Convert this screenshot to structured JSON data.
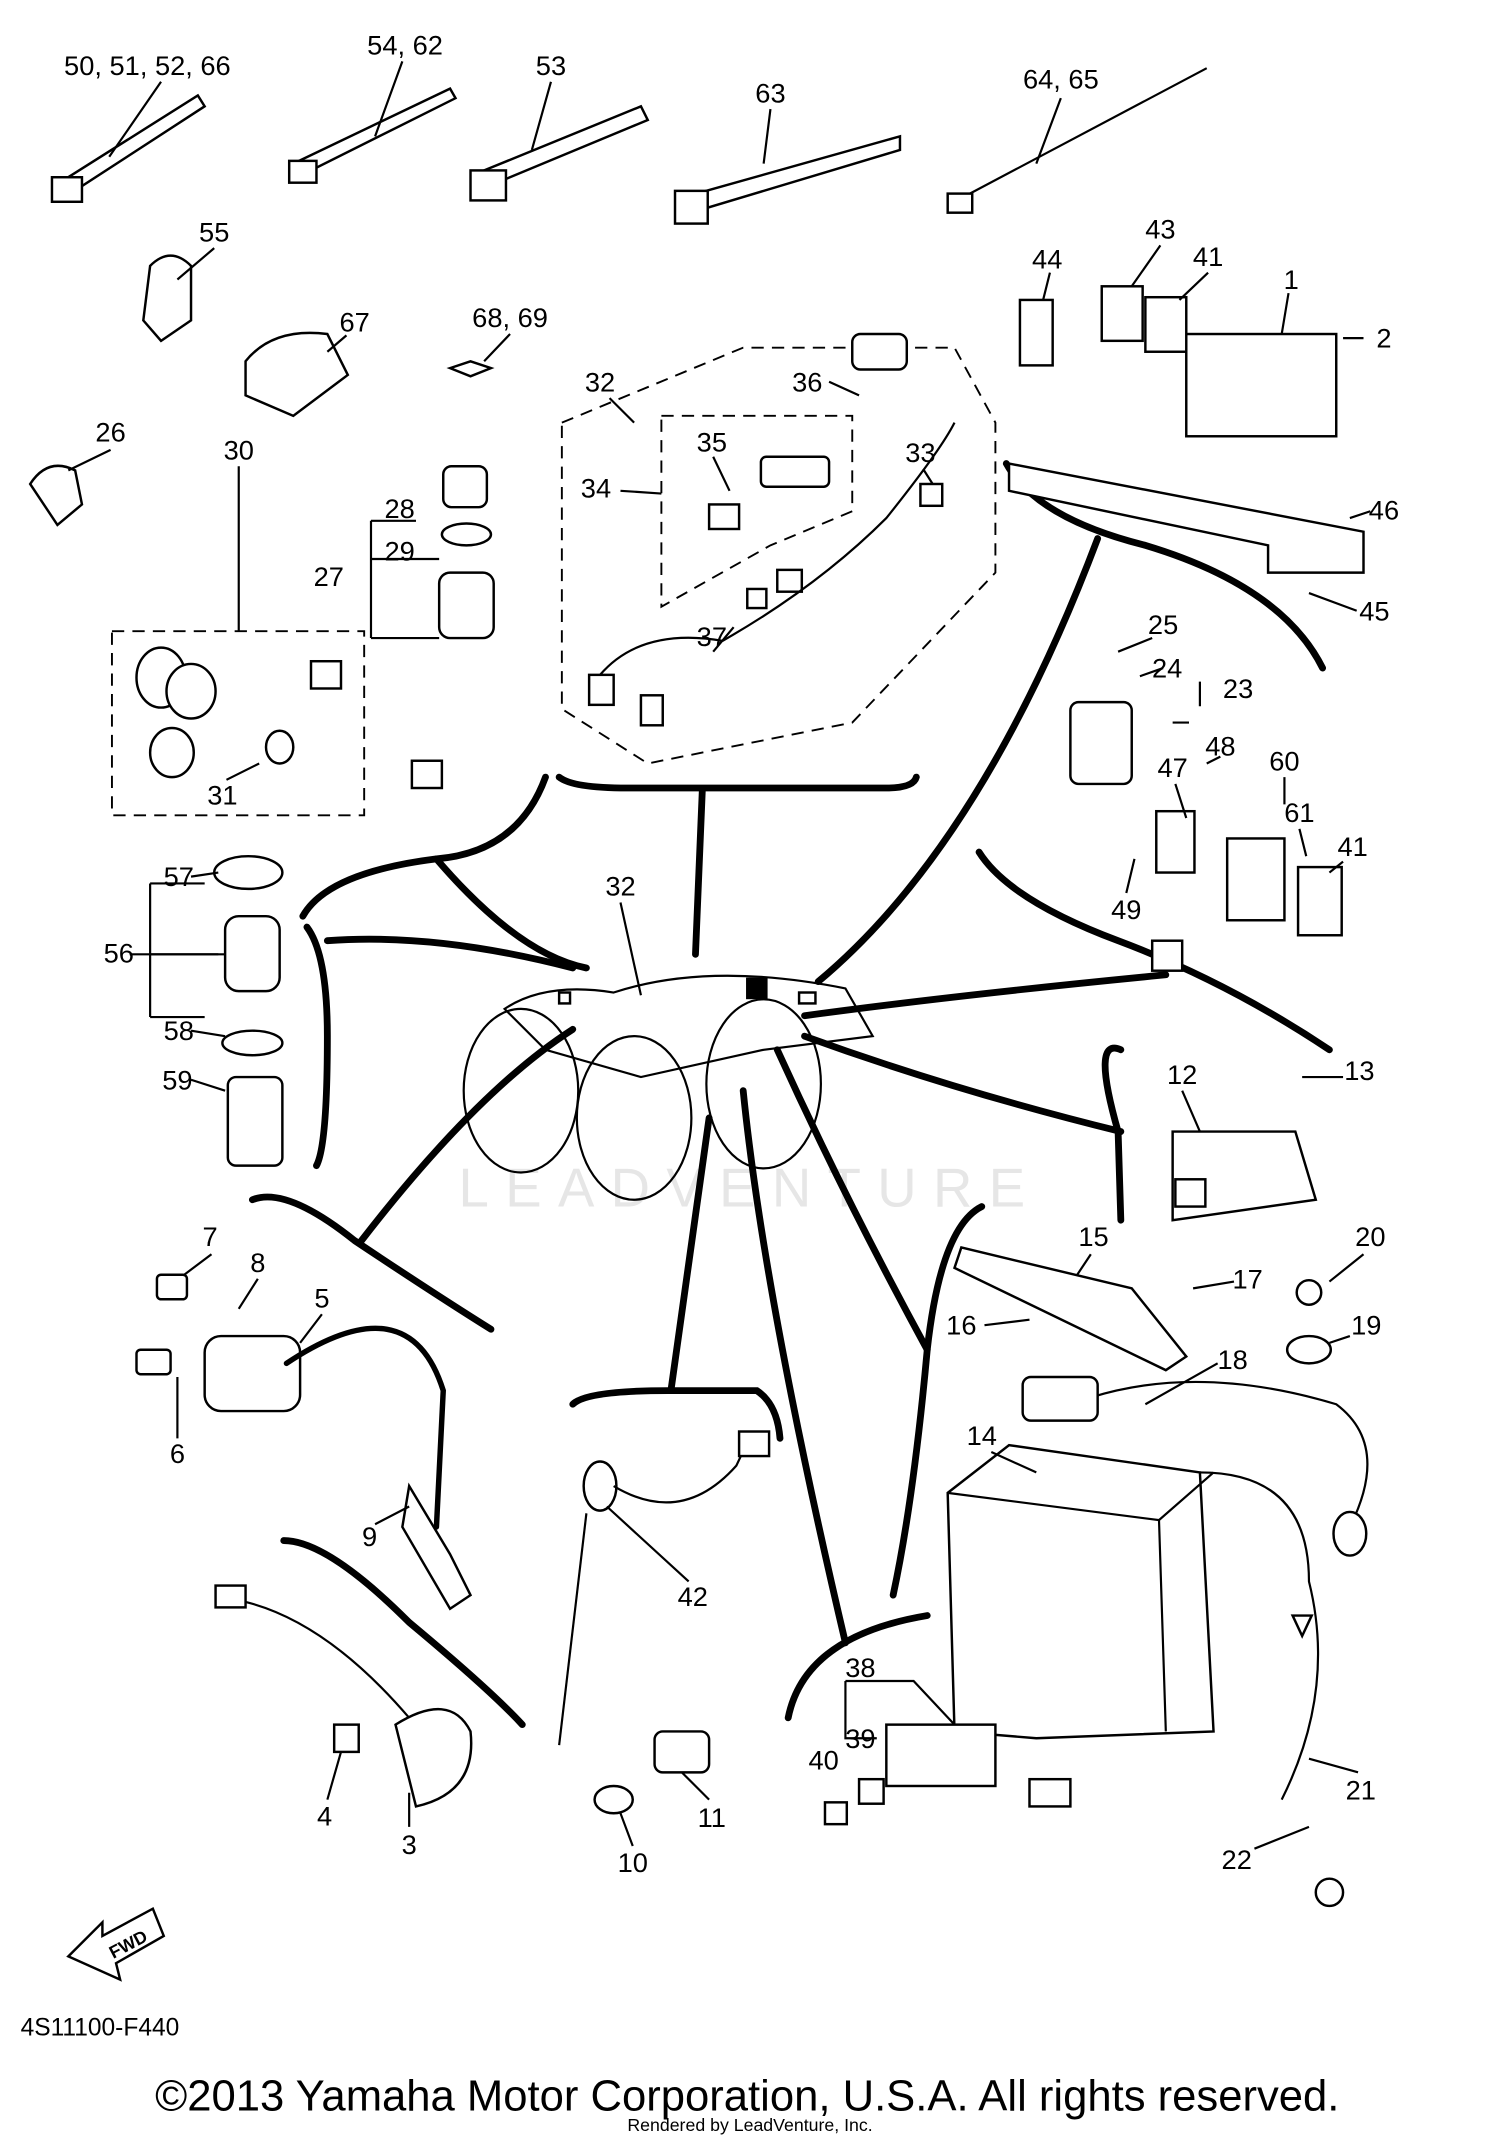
{
  "diagram": {
    "callouts": [
      "50, 51, 52, 66",
      "54, 62",
      "53",
      "63",
      "64, 65",
      "55",
      "67",
      "68, 69",
      "26",
      "32",
      "36",
      "35",
      "34",
      "33",
      "37",
      "28",
      "29",
      "27",
      "30",
      "31",
      "44",
      "43",
      "41",
      "1",
      "2",
      "46",
      "45",
      "25",
      "24",
      "23",
      "48",
      "47",
      "60",
      "61",
      "41",
      "49",
      "57",
      "56",
      "58",
      "59",
      "32",
      "12",
      "13",
      "15",
      "17",
      "20",
      "16",
      "18",
      "19",
      "14",
      "7",
      "8",
      "5",
      "6",
      "9",
      "42",
      "38",
      "39",
      "40",
      "21",
      "22",
      "4",
      "3",
      "11",
      "10"
    ],
    "watermark": "LEADVENTURE",
    "fwd_label": "FWD",
    "diagram_code": "4S11100-F440"
  },
  "footer": {
    "copyright": "©2013 Yamaha Motor Corporation, U.S.A. All rights reserved.",
    "rendered_by": "Rendered by LeadVenture, Inc."
  }
}
